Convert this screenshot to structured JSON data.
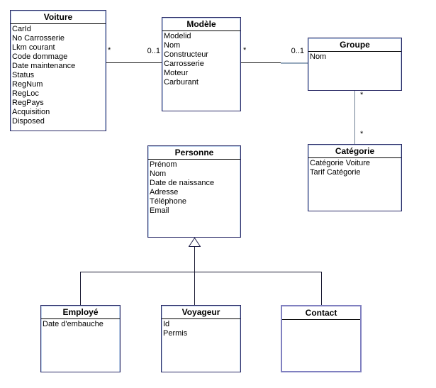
{
  "diagram": {
    "type": "uml-class-diagram",
    "background": "#ffffff",
    "classes": [
      {
        "name": "Voiture",
        "attributes": [
          "CarId",
          "No Carrosserie",
          "Lkm courant",
          "Code dommage",
          "Date maintenance",
          "Status",
          "RegNum",
          "RegLoc",
          "RegPays",
          "Acquisition",
          "Disposed"
        ]
      },
      {
        "name": "Modèle",
        "attributes": [
          "Modelid",
          "Nom",
          "Constructeur",
          "Carrosserie",
          "Moteur",
          "Carburant"
        ]
      },
      {
        "name": "Groupe",
        "attributes": [
          "Nom"
        ]
      },
      {
        "name": "Catégorie",
        "attributes": [
          "Catégorie Voiture",
          "Tarif Catégorie"
        ]
      },
      {
        "name": "Personne",
        "attributes": [
          "Prénom",
          "Nom",
          "Date de naissance",
          "Adresse",
          "Téléphone",
          "Email"
        ]
      },
      {
        "name": "Employé",
        "attributes": [
          "Date d'embauche"
        ]
      },
      {
        "name": "Voyageur",
        "attributes": [
          "Id",
          "Permis"
        ]
      },
      {
        "name": "Contact",
        "attributes": []
      }
    ],
    "relations": [
      {
        "type": "association",
        "from": "Voiture",
        "to": "Modèle",
        "from_label": "*",
        "to_label": "0..1"
      },
      {
        "type": "association",
        "from": "Modèle",
        "to": "Groupe",
        "from_label": "*",
        "to_label": "0..1"
      },
      {
        "type": "association",
        "from": "Groupe",
        "to": "Catégorie",
        "from_label": "*",
        "to_label": "*"
      },
      {
        "type": "generalization",
        "from": "Employé",
        "to": "Personne"
      },
      {
        "type": "generalization",
        "from": "Voyageur",
        "to": "Personne"
      },
      {
        "type": "generalization",
        "from": "Contact",
        "to": "Personne"
      }
    ],
    "colors": {
      "box_border": "#2a2a66",
      "box_border_highlight": "#b9cde8",
      "selected_box_border": "#8080c0",
      "line": "#1a1a1a",
      "line_gray": "#96a9bd",
      "line_slate": "#6f7f93"
    }
  }
}
